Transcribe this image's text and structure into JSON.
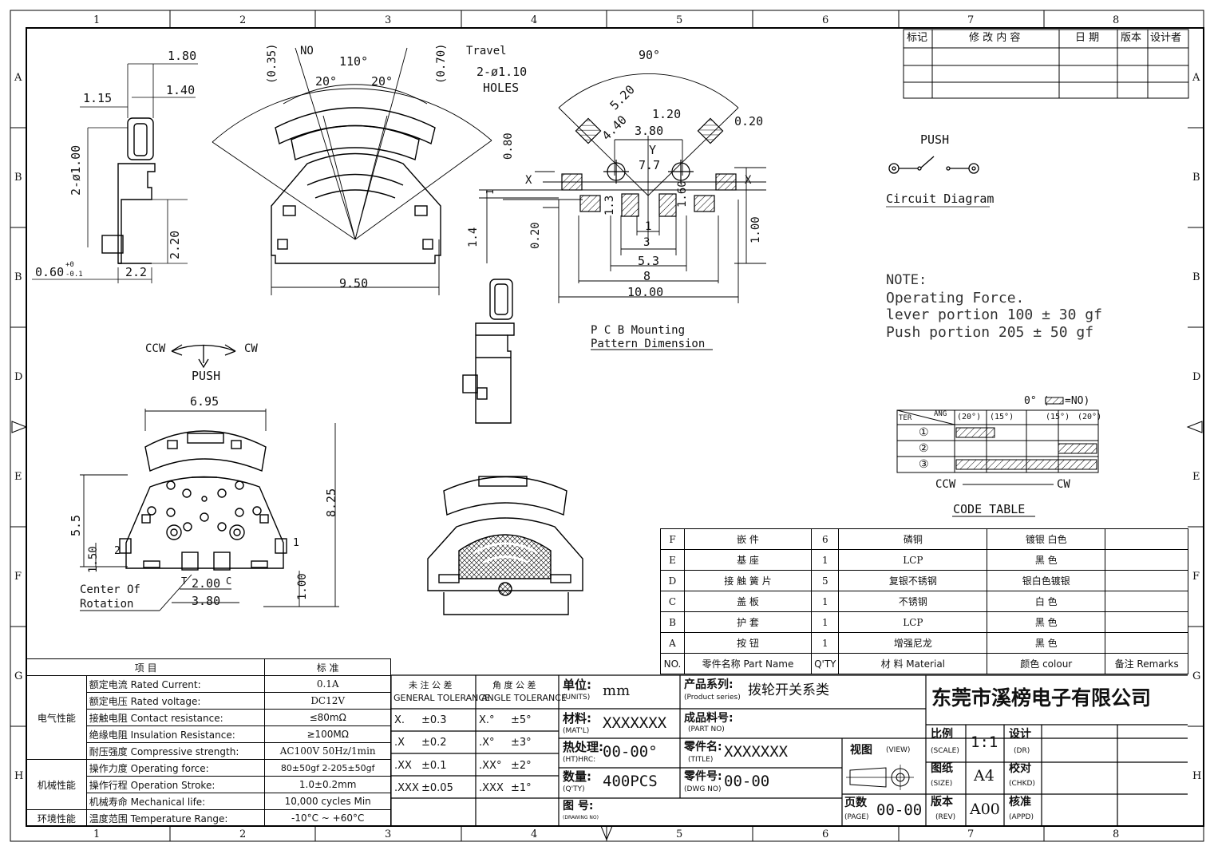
{
  "grid": {
    "columns": [
      "1",
      "2",
      "3",
      "4",
      "5",
      "6",
      "7",
      "8"
    ],
    "rows": [
      "A",
      "B",
      "B",
      "D",
      "E",
      "F",
      "G",
      "H"
    ]
  },
  "revision_table": {
    "headers": [
      "标记",
      "修 改 内 容",
      "日 期",
      "版本",
      "设计者"
    ]
  },
  "top_left_view": {
    "dims": [
      "1.80",
      "1.40",
      "1.15",
      "2-ø1.00",
      "2.20",
      "0.60",
      "+0",
      "-0.1",
      "2.2"
    ]
  },
  "fan_view": {
    "no_label": "NO",
    "travel_label": "Travel",
    "angle_total": "110°",
    "angle_left": "20°",
    "angle_right": "20°",
    "dim_left": "(0.35)",
    "dim_right": "(0.70)",
    "holes_a": "2-ø1.10",
    "holes_b": "HOLES",
    "width": "9.50"
  },
  "pcb_view": {
    "angle": "90°",
    "dims": [
      "5.20",
      "4.40",
      "1.20",
      "0.20",
      "3.80",
      "Y",
      "7.7",
      "0.80",
      "X",
      "X",
      "1",
      "1.3",
      "1.60",
      "1.4",
      "0.20",
      "1.00",
      "1",
      "3",
      "5.3",
      "8",
      "10.00"
    ],
    "caption_a": "P C B  Mounting",
    "caption_b": "Pattern  Dimension"
  },
  "circuit": {
    "push": "PUSH",
    "caption": "Circuit  Diagram"
  },
  "note": {
    "title": "NOTE:",
    "line1": "Operating  Force.",
    "line2": "lever  portion  100  ±  30  gf",
    "line3": "Push  portion  205  ±  50  gf"
  },
  "direction": {
    "ccw": "CCW",
    "cw": "CW",
    "push": "PUSH"
  },
  "bottom_view": {
    "dims": [
      "6.95",
      "8.25",
      "5.5",
      "1.50",
      "2",
      "1",
      "1.00",
      "2.00",
      "3.80",
      "T",
      "C"
    ],
    "center_a": "Center  Of",
    "center_b": "Rotation"
  },
  "code_table": {
    "zero_label": "0°  (",
    "zero_label_end": "=NO)",
    "ter": "TER",
    "ang": "ANG",
    "angles": [
      "(20°)",
      "(15°)",
      "(15°)",
      "(20°)"
    ],
    "rows": [
      "①",
      "②",
      "③"
    ],
    "ccw": "CCW",
    "cw": "CW",
    "caption": "CODE  TABLE"
  },
  "parts": {
    "header": {
      "no": "NO.",
      "name": "零件名称 Part Name",
      "qty": "Q'TY",
      "material": "材 料 Material",
      "colour": "颜色   colour",
      "remarks": "备注 Remarks"
    },
    "rows": [
      {
        "no": "F",
        "name": "嵌          件",
        "qty": "6",
        "material": "磷铜",
        "colour": "镀银  白色"
      },
      {
        "no": "E",
        "name": "基          座",
        "qty": "1",
        "material": "LCP",
        "colour": "黑      色"
      },
      {
        "no": "D",
        "name": "接  触  簧  片",
        "qty": "5",
        "material": "复银不锈钢",
        "colour": "银白色镀银"
      },
      {
        "no": "C",
        "name": "盖          板",
        "qty": "1",
        "material": "不锈钢",
        "colour": "白      色"
      },
      {
        "no": "B",
        "name": "护          套",
        "qty": "1",
        "material": "LCP",
        "colour": "黑      色"
      },
      {
        "no": "A",
        "name": "按          钮",
        "qty": "1",
        "material": "增强尼龙",
        "colour": "黑      色"
      }
    ]
  },
  "spec": {
    "header": {
      "item": "项      目",
      "std": "标      准"
    },
    "groups": [
      {
        "group": "电气性能",
        "rows": [
          {
            "label": "额定电流  Rated Current:",
            "value": "0.1A"
          },
          {
            "label": "额定电压  Rated voltage:",
            "value": "DC12V"
          },
          {
            "label": "接触电阻  Contact resistance:",
            "value": "≤80mΩ"
          },
          {
            "label": "绝缘电阻  Insulation Resistance:",
            "value": "≥100MΩ"
          },
          {
            "label": "耐压强度  Compressive strength:",
            "value": "AC100V   50Hz/1min"
          }
        ]
      },
      {
        "group": "机械性能",
        "rows": [
          {
            "label": "操作力度  Operating force:",
            "value": "80±50gf   2-205±50gf"
          },
          {
            "label": "操作行程  Operation Stroke:",
            "value": "1.0±0.2mm"
          },
          {
            "label": "机械寿命  Mechanical life:",
            "value": "10,000 cycles Min"
          }
        ]
      },
      {
        "group": "环境性能",
        "rows": [
          {
            "label": "温度范围  Temperature Range:",
            "value": "-10°C ~ +60°C"
          }
        ]
      }
    ]
  },
  "tolerance": {
    "general_cn": "未 注 公 差",
    "general_en": "GENERAL TOLERANCE",
    "angle_cn": "角 度 公 差",
    "angle_en": "ANGLE TOLERANCE",
    "rows": [
      {
        "g": "X.",
        "gv": "±0.3",
        "a": "X.°",
        "av": "±5°"
      },
      {
        "g": ".X",
        "gv": "±0.2",
        "a": ".X°",
        "av": "±3°"
      },
      {
        "g": ".XX",
        "gv": "±0.1",
        "a": ".XX°",
        "av": "±2°"
      },
      {
        "g": ".XXX",
        "gv": "±0.05",
        "a": ".XXX",
        "av": "±1°"
      }
    ]
  },
  "title_block": {
    "units_cn": "单位:",
    "units_en": "(UNITS)",
    "units": "mm",
    "material_cn": "材料:",
    "material_en": "(MAT'L)",
    "material": "XXXXXXX",
    "heat_cn": "热处理:",
    "heat_en": "(HT)HRC:",
    "heat": "00-00°",
    "qty_cn": "数量:",
    "qty_en": "(Q'TY)",
    "qty": "400PCS",
    "drawing_cn": "图  号:",
    "drawing_en": "(DRAWING NO)",
    "series_cn": "产品系列:",
    "series_en": "(Product series)",
    "series": "拨轮开关系类",
    "partno_cn": "成品料号:",
    "partno_en": "(PART NO)",
    "title_cn": "零件名:",
    "title_en": "(TITLE)",
    "title": "XXXXXXX",
    "dwg_cn": "零件号:",
    "dwg_en": "(DWG NO)",
    "dwg": "00-00",
    "view_cn": "视图",
    "view_en": "(VIEW)",
    "page_cn": "页数",
    "page_en": "(PAGE)",
    "page": "00-00",
    "company": "东莞市溪榜电子有限公司",
    "scale_cn": "比例",
    "scale_en": "(SCALE)",
    "scale": "1:1",
    "size_cn": "图纸",
    "size_en": "(SIZE)",
    "size": "A4",
    "rev_cn": "版本",
    "rev_en": "(REV)",
    "rev": "A00",
    "dr_cn": "设计",
    "dr_en": "(DR)",
    "chkd_cn": "校对",
    "chkd_en": "(CHKD)",
    "appd_cn": "核准",
    "appd_en": "(APPD)"
  }
}
